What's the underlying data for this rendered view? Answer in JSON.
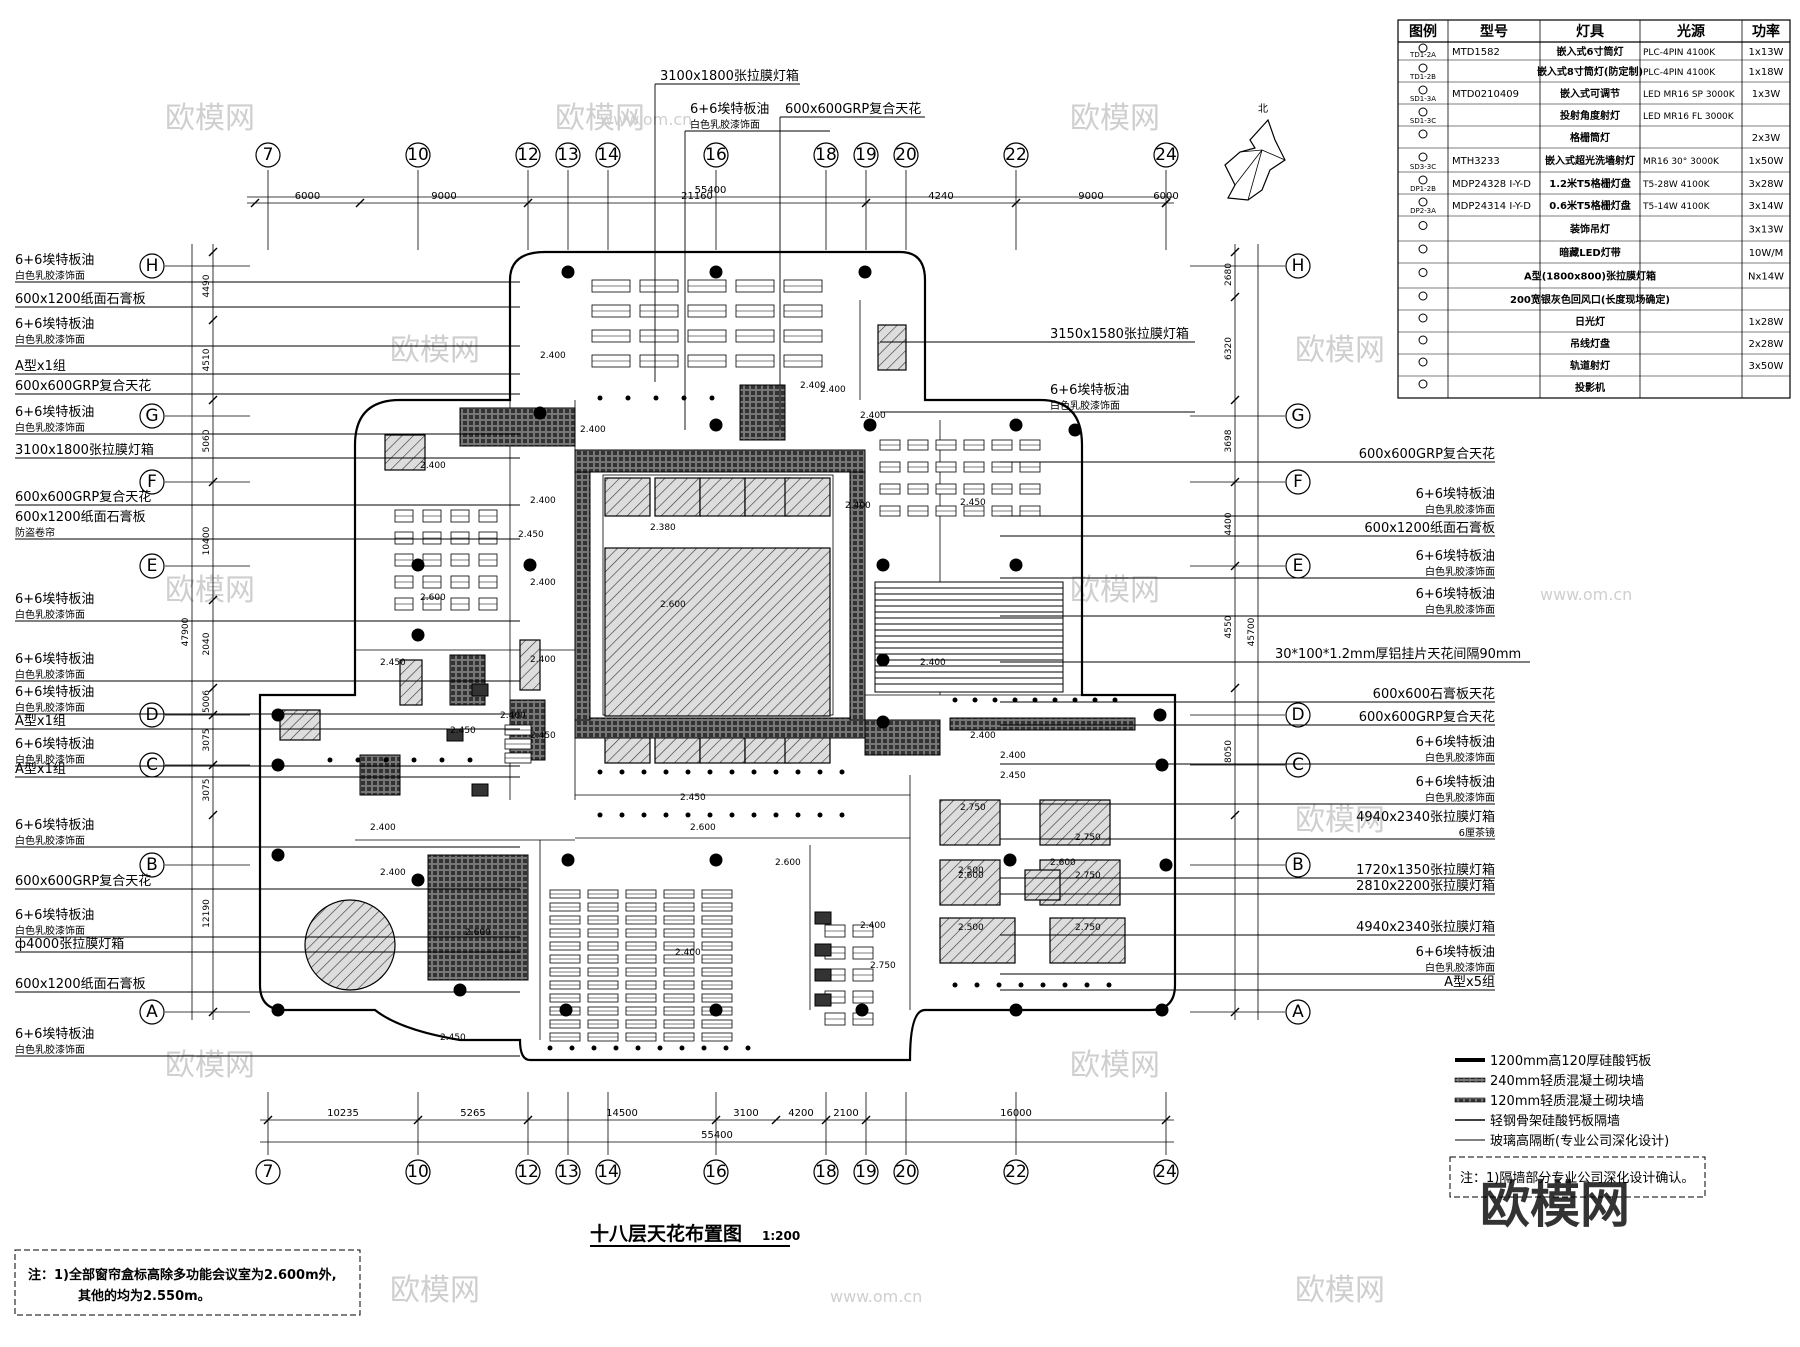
{
  "drawing": {
    "title": "十八层天花布置图",
    "scale": "1:200",
    "north_label": "北",
    "watermark": "欧模网",
    "watermark_url": "www.om.cn"
  },
  "axes": {
    "top": [
      "7",
      "10",
      "12",
      "13",
      "14",
      "16",
      "18",
      "19",
      "20",
      "22",
      "24"
    ],
    "rows": [
      "H",
      "G",
      "F",
      "E",
      "D",
      "C",
      "B",
      "A"
    ]
  },
  "dims": {
    "top_segments": [
      "6000",
      "9000",
      "21160",
      "4240",
      "9000",
      "6000"
    ],
    "top_total": "55400",
    "bottom_segments": [
      "10235",
      "5265",
      "14500",
      "3100",
      "4200",
      "2100",
      "16000"
    ],
    "bottom_total": "55400",
    "left_segments": [
      "4490",
      "4510",
      "5060",
      "10400",
      "2040",
      "5006",
      "3075",
      "3075",
      "12190"
    ],
    "left_total": "47900",
    "right_segments": [
      "2680",
      "6320",
      "3698",
      "4400",
      "4550",
      "8050"
    ],
    "right_total": "45700"
  },
  "labels_left": [
    {
      "l1": "6+6埃特板油",
      "l2": "白色乳胶漆饰面"
    },
    {
      "l1": "600x1200纸面石膏板",
      "l2": ""
    },
    {
      "l1": "6+6埃特板油",
      "l2": "白色乳胶漆饰面"
    },
    {
      "l1": "A型x1组",
      "l2": ""
    },
    {
      "l1": "600x600GRP复合天花",
      "l2": ""
    },
    {
      "l1": "6+6埃特板油",
      "l2": "白色乳胶漆饰面"
    },
    {
      "l1": "3100x1800张拉膜灯箱",
      "l2": ""
    },
    {
      "l1": "600x600GRP复合天花",
      "l2": ""
    },
    {
      "l1": "600x1200纸面石膏板",
      "l2": "防盗卷帘"
    },
    {
      "l1": "6+6埃特板油",
      "l2": "白色乳胶漆饰面"
    },
    {
      "l1": "6+6埃特板油",
      "l2": "白色乳胶漆饰面"
    },
    {
      "l1": "6+6埃特板油",
      "l2": "白色乳胶漆饰面"
    },
    {
      "l1": "A型x1组",
      "l2": ""
    },
    {
      "l1": "6+6埃特板油",
      "l2": "白色乳胶漆饰面"
    },
    {
      "l1": "A型x1组",
      "l2": ""
    },
    {
      "l1": "6+6埃特板油",
      "l2": "白色乳胶漆饰面"
    },
    {
      "l1": "600x600GRP复合天花",
      "l2": ""
    },
    {
      "l1": "6+6埃特板油",
      "l2": "白色乳胶漆饰面"
    },
    {
      "l1": "ф4000张拉膜灯箱",
      "l2": ""
    },
    {
      "l1": "600x1200纸面石膏板",
      "l2": ""
    },
    {
      "l1": "6+6埃特板油",
      "l2": "白色乳胶漆饰面"
    }
  ],
  "labels_right": [
    {
      "l1": "3150x1580张拉膜灯箱",
      "l2": ""
    },
    {
      "l1": "6+6埃特板油",
      "l2": "白色乳胶漆饰面"
    },
    {
      "l1": "600x600GRP复合天花",
      "l2": ""
    },
    {
      "l1": "6+6埃特板油",
      "l2": "白色乳胶漆饰面"
    },
    {
      "l1": "600x1200纸面石膏板",
      "l2": ""
    },
    {
      "l1": "6+6埃特板油",
      "l2": "白色乳胶漆饰面"
    },
    {
      "l1": "6+6埃特板油",
      "l2": "白色乳胶漆饰面"
    },
    {
      "l1": "30*100*1.2mm厚铝挂片天花间隔90mm",
      "l2": ""
    },
    {
      "l1": "600x600石膏板天花",
      "l2": ""
    },
    {
      "l1": "600x600GRP复合天花",
      "l2": ""
    },
    {
      "l1": "6+6埃特板油",
      "l2": "白色乳胶漆饰面"
    },
    {
      "l1": "6+6埃特板油",
      "l2": "白色乳胶漆饰面"
    },
    {
      "l1": "4940x2340张拉膜灯箱",
      "l2": "6厘茶镜"
    },
    {
      "l1": "1720x1350张拉膜灯箱",
      "l2": ""
    },
    {
      "l1": "2810x2200张拉膜灯箱",
      "l2": ""
    },
    {
      "l1": "4940x2340张拉膜灯箱",
      "l2": ""
    },
    {
      "l1": "6+6埃特板油",
      "l2": "白色乳胶漆饰面"
    },
    {
      "l1": "A型x5组",
      "l2": ""
    }
  ],
  "labels_top": [
    {
      "l1": "3100x1800张拉膜灯箱",
      "l2": ""
    },
    {
      "l1": "6+6埃特板油",
      "l2": "白色乳胶漆饰面"
    },
    {
      "l1": "600x600GRP复合天花",
      "l2": ""
    }
  ],
  "heights": [
    "2.400",
    "2.400",
    "2.380",
    "2.400",
    "2.400",
    "2.400",
    "2.450",
    "2.400",
    "2.400",
    "2.450",
    "2.400",
    "2.600",
    "2.450",
    "2.400",
    "2.450",
    "2.400",
    "2.450",
    "2.400",
    "2.400",
    "2.600",
    "2.400",
    "2.750",
    "2.750",
    "2.600",
    "2.750",
    "2.500",
    "2.750",
    "2.600",
    "2.500",
    "2.450",
    "2.600",
    "2.400",
    "2.450",
    "2.600",
    "2.400",
    "2.750",
    "2.450",
    "2.600",
    "2.400",
    "2.400",
    "2.400"
  ],
  "legend": {
    "headers": [
      "图例",
      "型号",
      "灯具",
      "光源",
      "功率"
    ],
    "rows": [
      {
        "sym": "TD1-2A",
        "model": "MTD1582",
        "fixture": "嵌入式6寸筒灯",
        "source": "PLC-4PIN 4100K",
        "power": "1x13W"
      },
      {
        "sym": "TD1-2B",
        "model": "",
        "fixture": "嵌入式8寸筒灯(防定制)",
        "source": "PLC-4PIN 4100K",
        "power": "1x18W"
      },
      {
        "sym": "SD1-3A",
        "model": "MTD0210409",
        "fixture": "嵌入式可调节",
        "source": "LED MR16 SP 3000K",
        "power": "1x3W"
      },
      {
        "sym": "SD1-3C",
        "model": "",
        "fixture": "投射角度射灯",
        "source": "LED MR16 FL 3000K",
        "power": ""
      },
      {
        "sym": "",
        "model": "",
        "fixture": "格栅筒灯",
        "source": "",
        "power": "2x3W"
      },
      {
        "sym": "SD3-3C",
        "model": "MTH3233",
        "fixture": "嵌入式超光洗墙射灯",
        "source": "MR16 30° 3000K",
        "power": "1x50W"
      },
      {
        "sym": "DP1-2B",
        "model": "MDP24328 I-Y-D",
        "fixture": "1.2米T5格栅灯盘",
        "source": "T5-28W 4100K",
        "power": "3x28W"
      },
      {
        "sym": "DP2-3A",
        "model": "MDP24314 I-Y-D",
        "fixture": "0.6米T5格栅灯盘",
        "source": "T5-14W 4100K",
        "power": "3x14W"
      },
      {
        "sym": "",
        "model": "",
        "fixture": "装饰吊灯",
        "source": "",
        "power": "3x13W"
      },
      {
        "sym": "",
        "model": "",
        "fixture": "暗藏LED灯带",
        "source": "",
        "power": "10W/M"
      },
      {
        "sym": "",
        "model": "",
        "fixture": "A型(1800x800)张拉膜灯箱",
        "source": "",
        "power": "Nx14W"
      },
      {
        "sym": "",
        "model": "",
        "fixture": "200宽银灰色回风口(长度现场确定)",
        "source": "",
        "power": ""
      },
      {
        "sym": "",
        "model": "",
        "fixture": "日光灯",
        "source": "",
        "power": "1x28W"
      },
      {
        "sym": "",
        "model": "",
        "fixture": "吊线灯盘",
        "source": "",
        "power": "2x28W"
      },
      {
        "sym": "",
        "model": "",
        "fixture": "轨道射灯",
        "source": "",
        "power": "3x50W"
      },
      {
        "sym": "",
        "model": "",
        "fixture": "投影机",
        "source": "",
        "power": ""
      }
    ]
  },
  "wall_legend": [
    "1200mm高120厚硅酸钙板",
    "240mm轻质混凝土砌块墙",
    "120mm轻质混凝土砌块墙",
    "轻钢骨架硅酸钙板隔墙",
    "玻璃高隔断(专业公司深化设计)"
  ],
  "note_right": "注：1)隔墙部分专业公司深化设计确认。",
  "note_left": {
    "line1": "注：1)全部窗帘盒标高除多功能会议室为2.600m外,",
    "line2": "其他的均为2.550m。"
  }
}
